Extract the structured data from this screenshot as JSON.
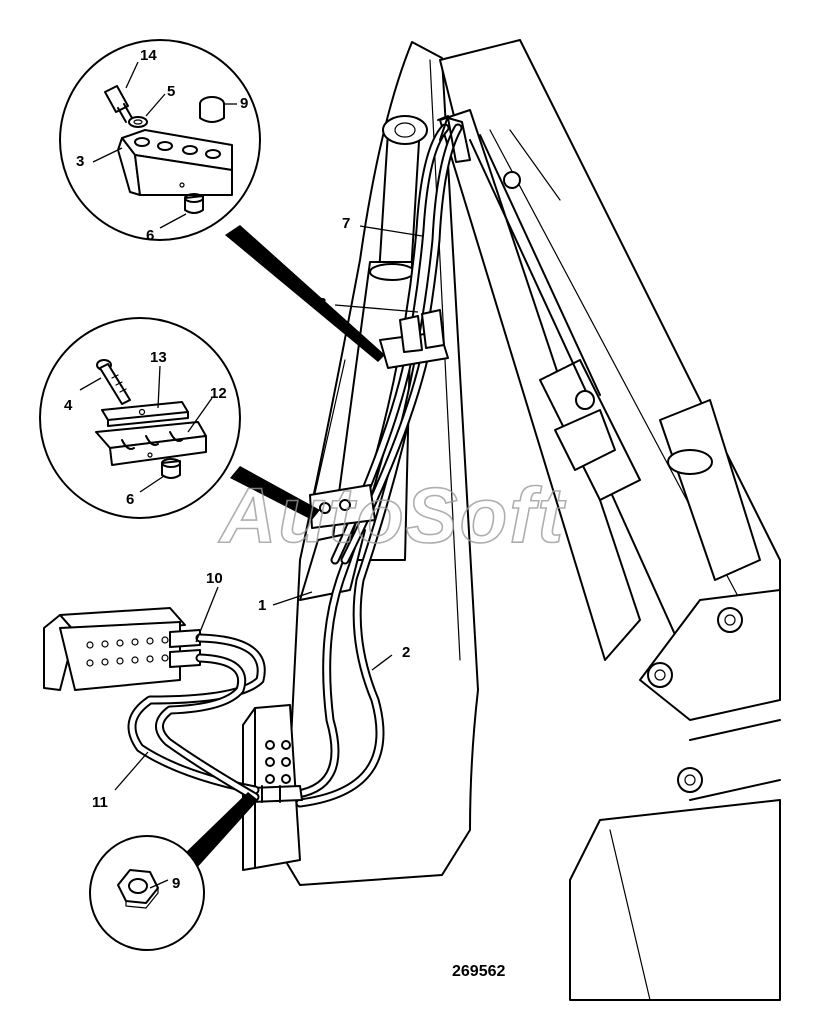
{
  "diagram": {
    "drawing_number": "269562",
    "watermark": "AutoSoft",
    "callouts": [
      {
        "id": "c14",
        "label": "14"
      },
      {
        "id": "c5",
        "label": "5"
      },
      {
        "id": "c9a",
        "label": "9"
      },
      {
        "id": "c3",
        "label": "3"
      },
      {
        "id": "c6a",
        "label": "6"
      },
      {
        "id": "c7",
        "label": "7"
      },
      {
        "id": "c8",
        "label": "8"
      },
      {
        "id": "c4",
        "label": "4"
      },
      {
        "id": "c13",
        "label": "13"
      },
      {
        "id": "c12",
        "label": "12"
      },
      {
        "id": "c6b",
        "label": "6"
      },
      {
        "id": "c10",
        "label": "10"
      },
      {
        "id": "c1",
        "label": "1"
      },
      {
        "id": "c2",
        "label": "2"
      },
      {
        "id": "c11",
        "label": "11"
      },
      {
        "id": "c9b",
        "label": "9"
      }
    ]
  }
}
